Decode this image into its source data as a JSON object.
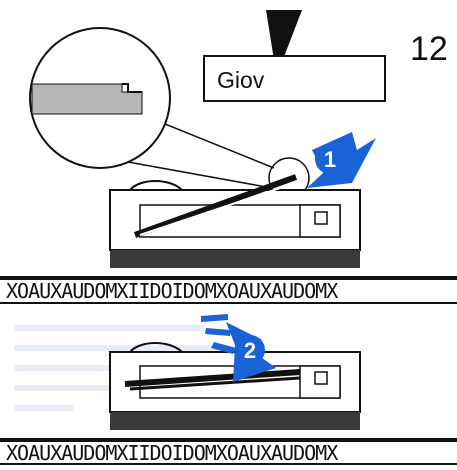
{
  "step_number": "12",
  "label_text": "Giov",
  "callouts": {
    "first": "1",
    "second": "2"
  },
  "strip_text": "XOAUXAUDOMXIIDOIDOMXOAUXAUDOMX",
  "colors": {
    "arrow_blue": "#1a63d6",
    "ink": "#111111",
    "paper": "#ffffff",
    "gray_band": "#3a3a3a"
  }
}
